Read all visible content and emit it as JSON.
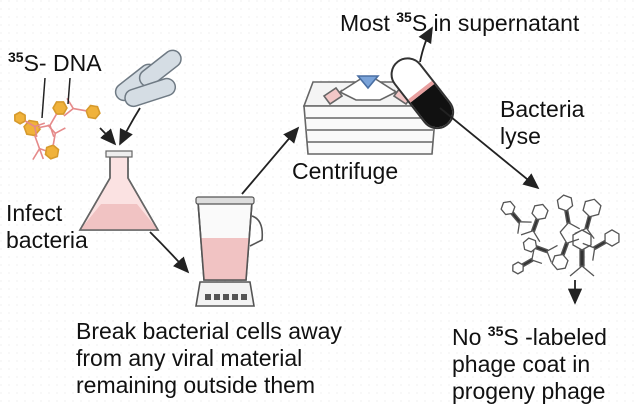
{
  "labels": {
    "top_left": {
      "superscript": "35",
      "text": "S- DNA"
    },
    "top_right": {
      "prefix": "Most ",
      "superscript": "35",
      "text": "S in supernatant"
    },
    "centrifuge": "Centrifuge",
    "lyse": [
      "Bacteria",
      "lyse"
    ],
    "infect": [
      "Infect",
      "bacteria"
    ],
    "break_cells": [
      "Break bacterial cells away",
      "from any viral material",
      "remaining outside them"
    ],
    "bottom_right": {
      "line1_prefix": "No ",
      "line1_superscript": "35",
      "line1_text": "S -labeled",
      "line2": "phage coat in",
      "line3": "progeny phage"
    }
  },
  "colors": {
    "arrow": "#222222",
    "phage_orange": "#f0b23a",
    "phage_pink": "#e58a8a",
    "bacteria_fill": "#d5dde4",
    "liquid_pink": "#f1c3c3",
    "pellet_black": "#111111",
    "centrifuge_blue": "#7aa3d9"
  }
}
